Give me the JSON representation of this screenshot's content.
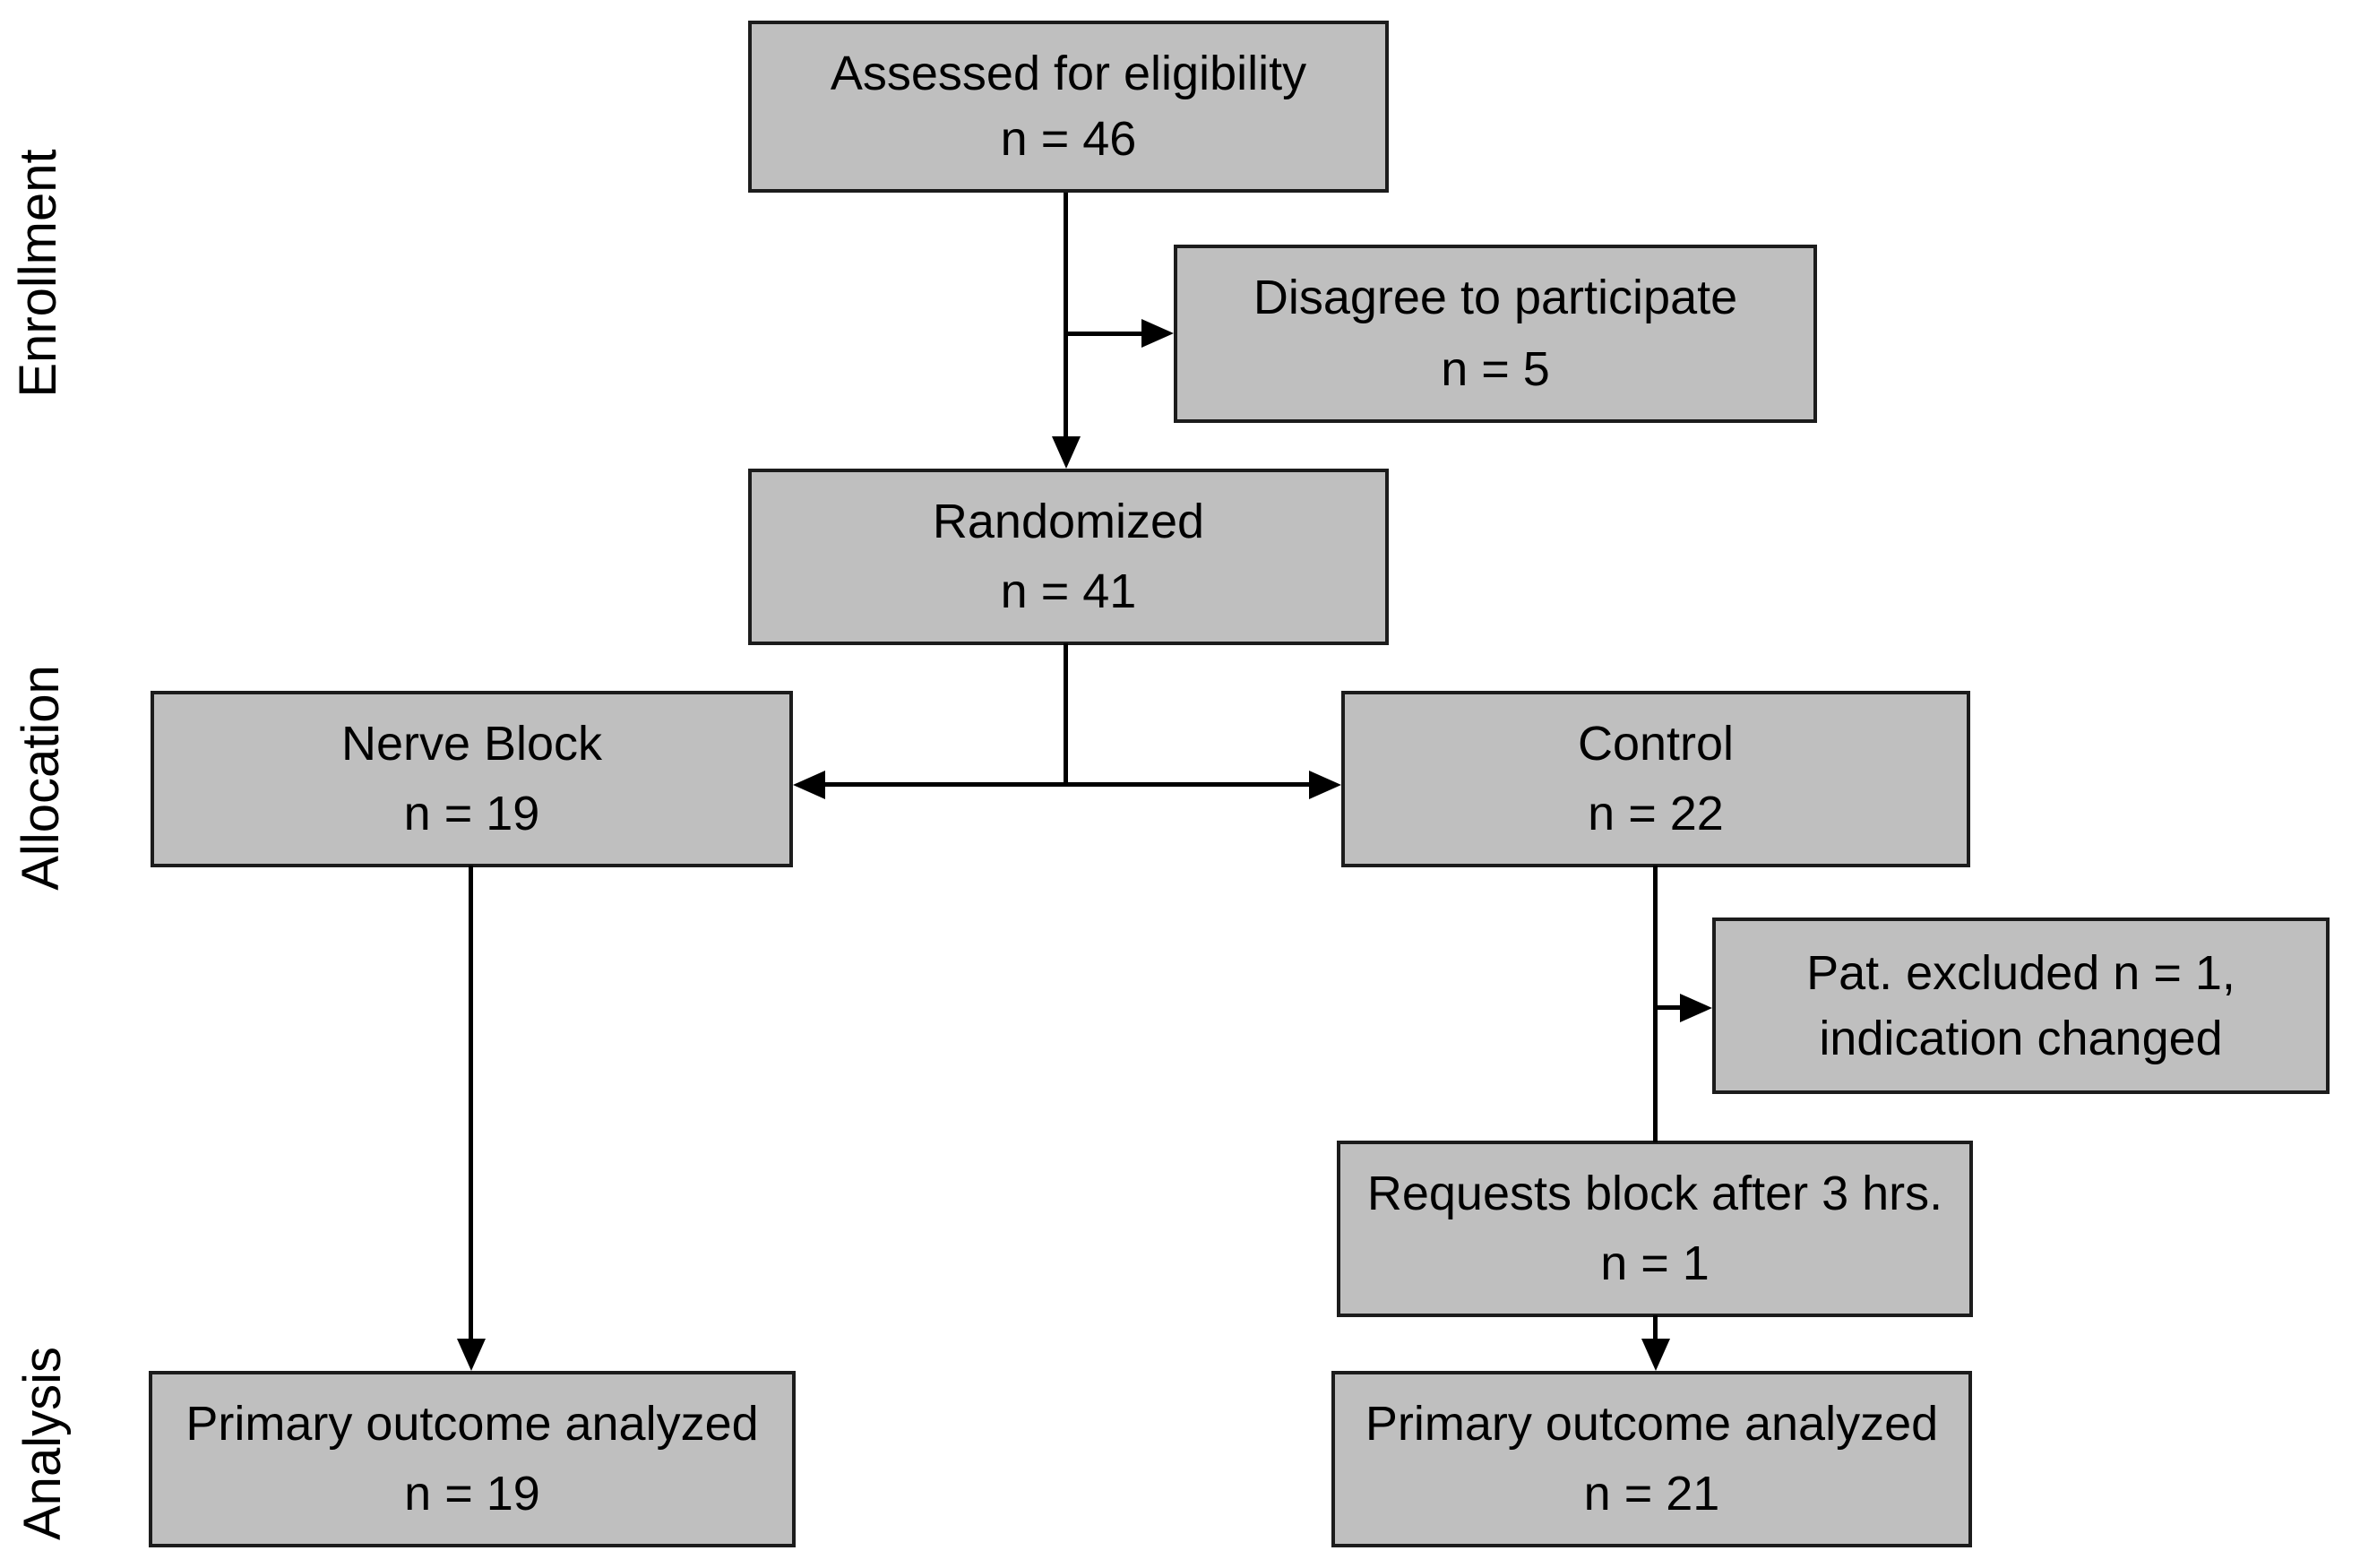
{
  "diagram": {
    "type": "consort-flowchart",
    "stage_labels": {
      "enrollment": "Enrollment",
      "allocation": "Allocation",
      "analysis": "Analysis"
    },
    "boxes": {
      "assessed": {
        "line1": "Assessed for eligibility",
        "line2": "n = 46"
      },
      "disagree": {
        "line1": "Disagree to participate",
        "line2": "n = 5"
      },
      "randomized": {
        "line1": "Randomized",
        "line2": "n = 41"
      },
      "nerve_block": {
        "line1": "Nerve Block",
        "line2": "n = 19"
      },
      "control": {
        "line1": "Control",
        "line2": "n = 22"
      },
      "excluded": {
        "line1": "Pat. excluded n = 1,",
        "line2": "indication changed"
      },
      "requests": {
        "line1": "Requests block after 3 hrs.",
        "line2": "n = 1"
      },
      "primary_left": {
        "line1": "Primary outcome analyzed",
        "line2": "n = 19"
      },
      "primary_right": {
        "line1": "Primary outcome analyzed",
        "line2": "n = 21"
      }
    },
    "colors": {
      "box_fill": "#bfbfbf",
      "box_border": "#1c1c1c",
      "line": "#000000",
      "background": "#ffffff",
      "text": "#000000"
    }
  }
}
